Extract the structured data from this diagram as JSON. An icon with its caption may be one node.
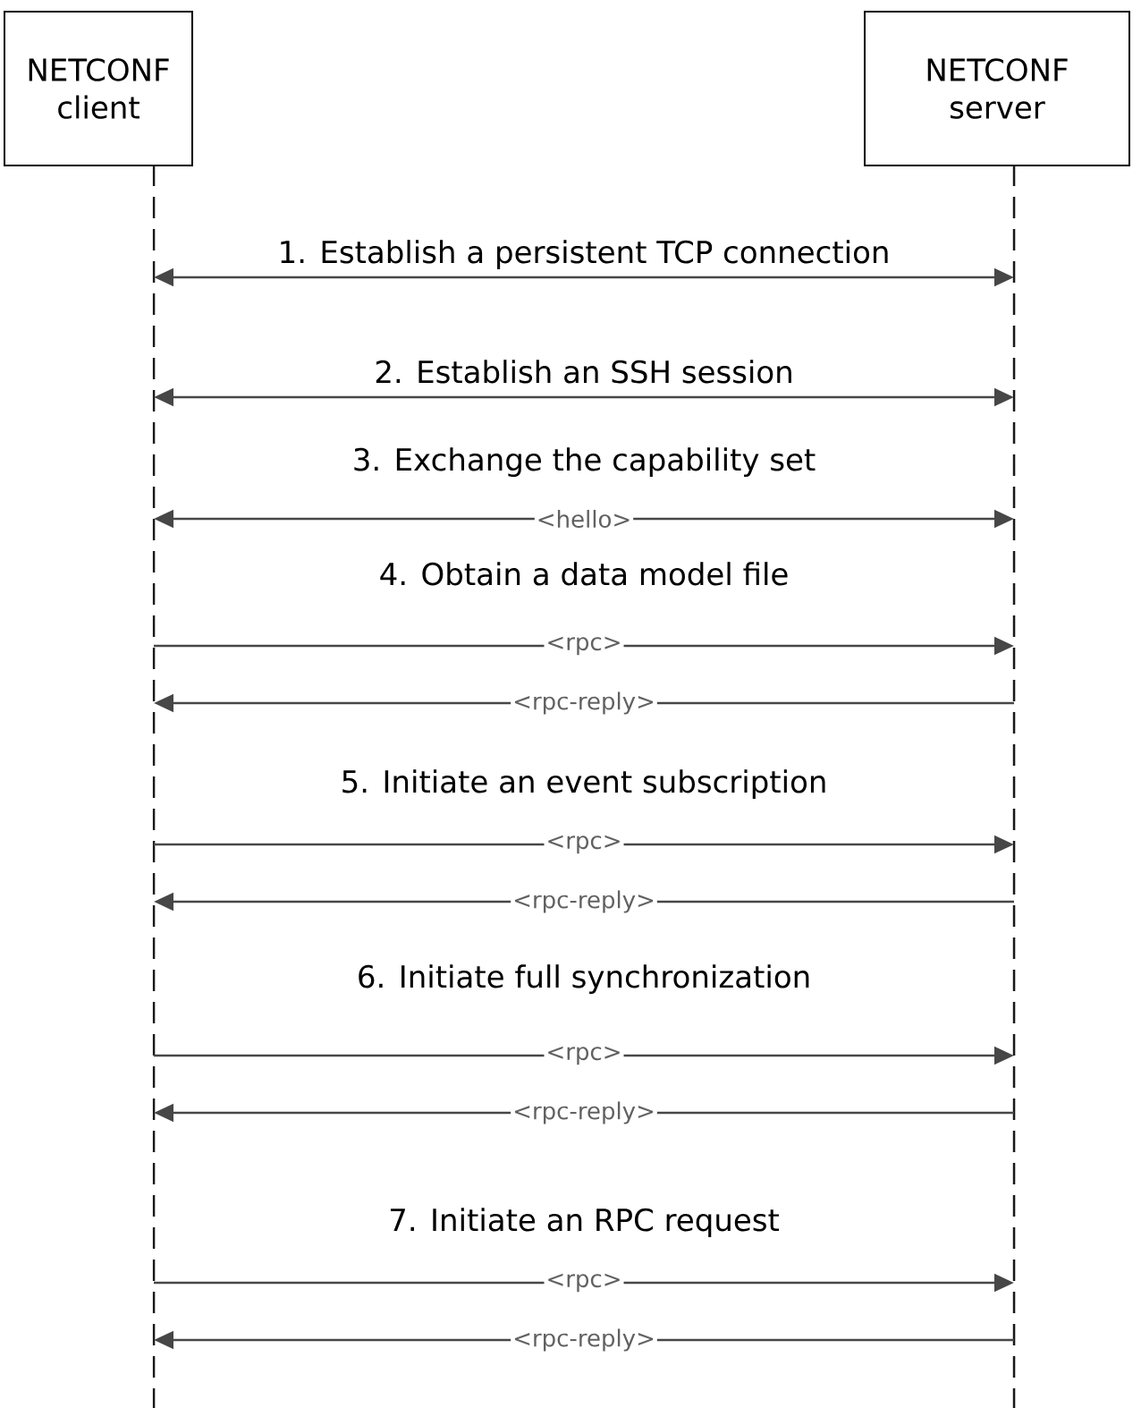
{
  "diagram": {
    "nodes": [
      {
        "text": [
          "NETCONF client"
        ]
      },
      {
        "text": [
          "NETCONF server"
        ]
      },
      {
        "text": [],
        "shape": "line"
      },
      {
        "text": [],
        "shape": "line"
      }
    ],
    "edges": [
      {
        "from": 2,
        "to": 3,
        "arrow": "both",
        "label": "1. Establish a persistent TCP connection"
      },
      {
        "from": 2,
        "to": 3,
        "arrow": "both",
        "label": "2. Establish an SSH session"
      },
      {
        "from": 2,
        "to": 3,
        "arrow": "both",
        "label": "<hello>"
      },
      {
        "from": 2,
        "to": 3,
        "arrow": "to",
        "label": "<rpc>"
      },
      {
        "from": 3,
        "to": 2,
        "arrow": "to",
        "label": "<rpc-reply>"
      },
      {
        "from": 2,
        "to": 3,
        "arrow": "to",
        "label": "<rpc>"
      },
      {
        "from": 3,
        "to": 2,
        "arrow": "to",
        "label": "<rpc-reply>"
      },
      {
        "from": 2,
        "to": 3,
        "arrow": "to",
        "label": "<rpc>"
      },
      {
        "from": 3,
        "to": 2,
        "arrow": "to",
        "label": "<rpc-reply>"
      },
      {
        "from": 2,
        "to": 3,
        "arrow": "to",
        "label": "<rpc>"
      },
      {
        "from": 3,
        "to": 2,
        "arrow": "to",
        "label": "<rpc-reply>"
      }
    ],
    "labels": [
      "3. Exchange the capability set",
      "4. Obtain a data model file",
      "5. Initiate an event subscription",
      "6. Initiate full synchronization",
      "7. Initiate an RPC request"
    ]
  }
}
